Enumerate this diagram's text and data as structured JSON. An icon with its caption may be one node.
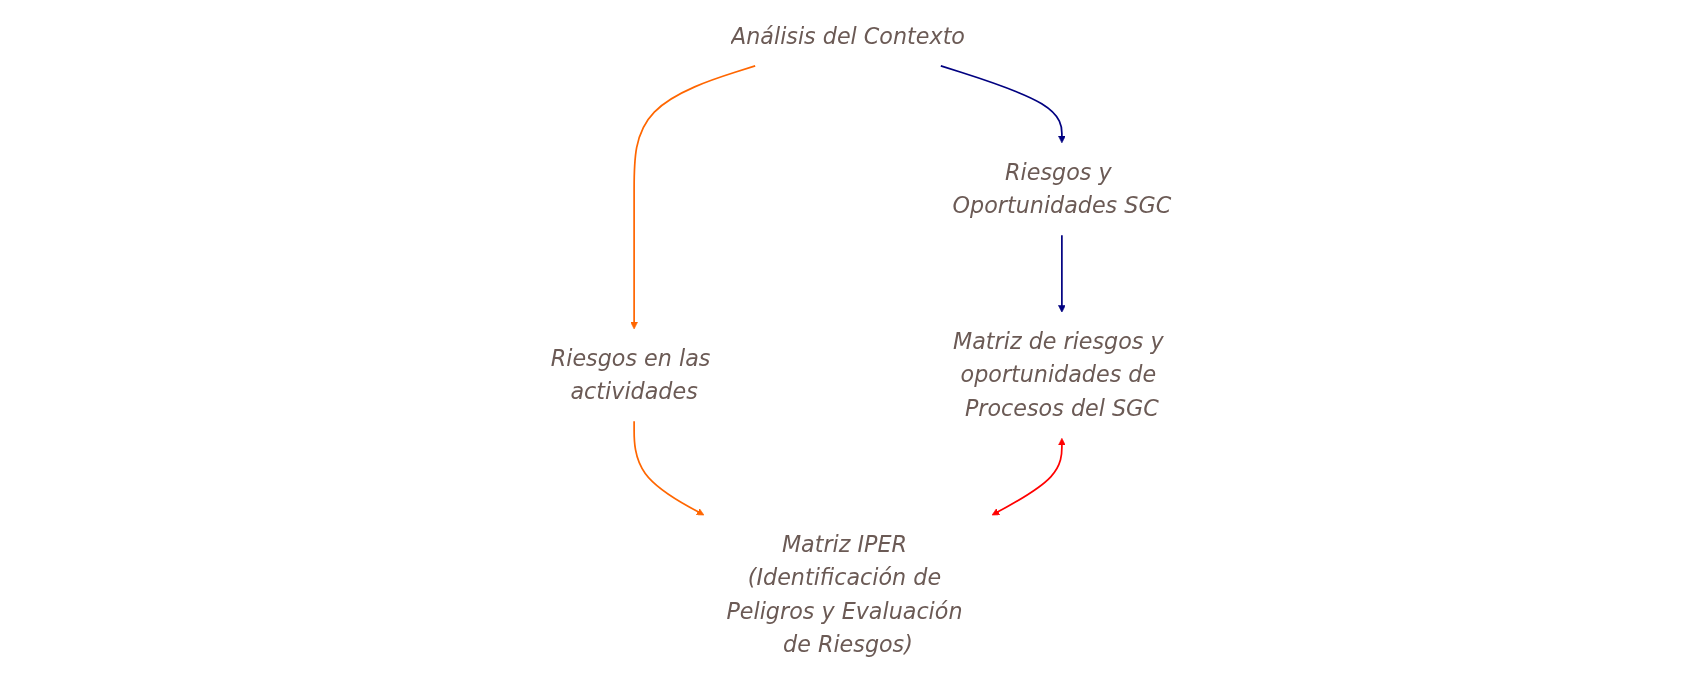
{
  "diagram": {
    "nodes": [
      {
        "text": [
          "Análisis del Contexto"
        ]
      },
      {
        "text": [
          "Riesgos y Oportunidades SGC"
        ]
      },
      {
        "text": [
          "Riesgos en las actividades"
        ]
      },
      {
        "text": [
          "Matriz de riesgos y oportunidades de Procesos del SGC"
        ]
      },
      {
        "text": [
          "Matriz IPER (Identificación de Peligros y Evaluación de Riesgos)"
        ]
      }
    ],
    "edges": [
      {
        "from": 0,
        "to": 1,
        "arrow": "to",
        "color": "#000080"
      },
      {
        "from": 0,
        "to": 2,
        "arrow": "to",
        "color": "#ff6600"
      },
      {
        "from": 1,
        "to": 3,
        "arrow": "to",
        "color": "#000080"
      },
      {
        "from": 2,
        "to": 4,
        "arrow": "to",
        "color": "#ff6600"
      },
      {
        "from": 3,
        "to": 4,
        "arrow": "both",
        "color": "#ff0000"
      }
    ]
  }
}
